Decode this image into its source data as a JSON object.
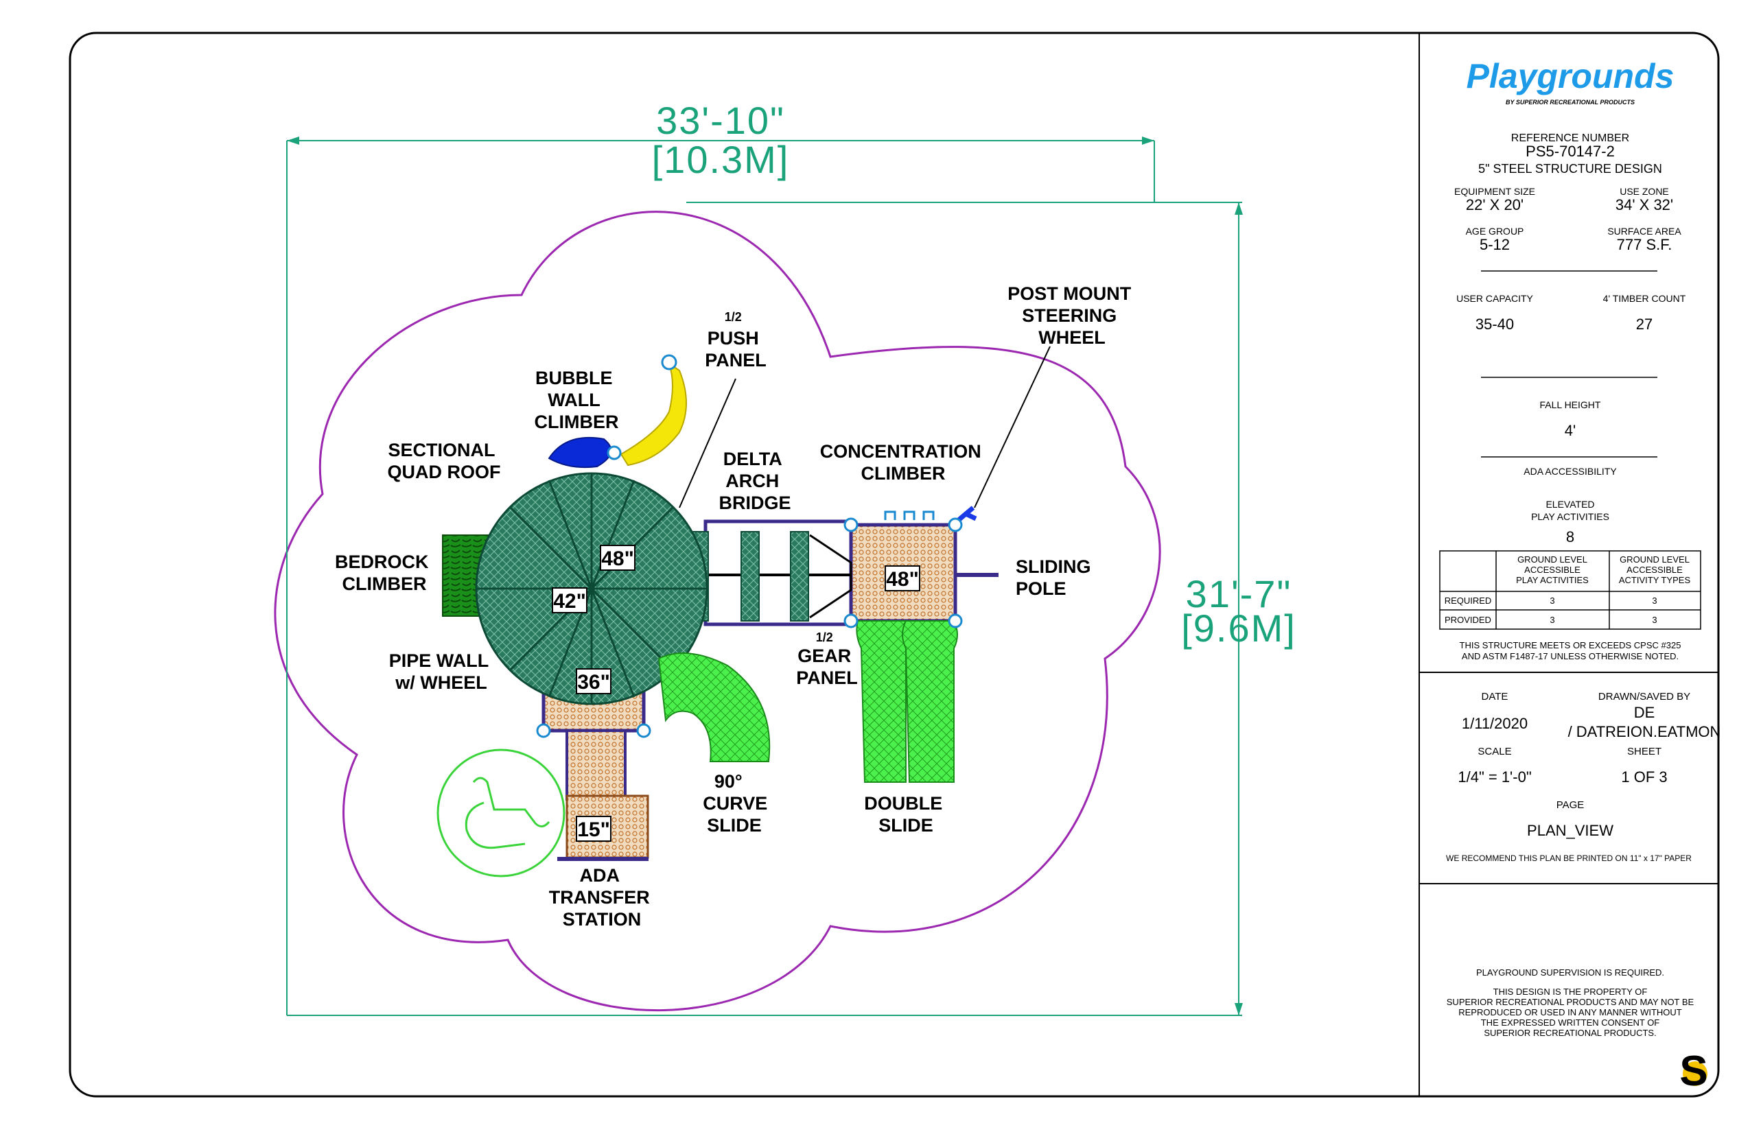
{
  "brand": {
    "name": "Playgrounds",
    "tagline": "BY SUPERIOR RECREATIONAL PRODUCTS",
    "color": "#1e9be8"
  },
  "dimensions": {
    "width_ft": "33'-10\"",
    "width_m": "[10.3M]",
    "height_ft": "31'-7\"",
    "height_m": "[9.6M]"
  },
  "components": {
    "push_panel": [
      "1/2",
      "PUSH",
      "PANEL"
    ],
    "bubble_wall": [
      "BUBBLE",
      "WALL",
      "CLIMBER"
    ],
    "post_mount": [
      "POST MOUNT",
      "STEERING",
      "WHEEL"
    ],
    "sectional_roof": [
      "SECTIONAL",
      "QUAD ROOF"
    ],
    "delta_bridge": [
      "DELTA",
      "ARCH",
      "BRIDGE"
    ],
    "concentration": [
      "CONCENTRATION",
      "CLIMBER"
    ],
    "bedrock": [
      "BEDROCK",
      "CLIMBER"
    ],
    "sliding_pole": [
      "SLIDING",
      "POLE"
    ],
    "pipe_wall": [
      "PIPE WALL",
      "w/ WHEEL"
    ],
    "gear_panel": [
      "1/2",
      "GEAR",
      "PANEL"
    ],
    "curve_slide": [
      "90°",
      "CURVE",
      "SLIDE"
    ],
    "double_slide": [
      "DOUBLE",
      "SLIDE"
    ],
    "ada_station": [
      "ADA",
      "TRANSFER",
      "STATION"
    ]
  },
  "decks": {
    "deck_48_left": "48\"",
    "deck_42": "42\"",
    "deck_36": "36\"",
    "deck_48_right": "48\"",
    "deck_15": "15\""
  },
  "title_block": {
    "reference_label": "REFERENCE NUMBER",
    "reference_number": "PS5-70147-2",
    "design": "5\" STEEL STRUCTURE DESIGN",
    "equipment_size_label": "EQUIPMENT SIZE",
    "equipment_size": "22' X 20'",
    "use_zone_label": "USE ZONE",
    "use_zone": "34' X 32'",
    "age_group_label": "AGE GROUP",
    "age_group": "5-12",
    "surface_area_label": "SURFACE AREA",
    "surface_area": "777 S.F.",
    "user_capacity_label": "USER CAPACITY",
    "user_capacity": "35-40",
    "timber_count_label": "4' TIMBER COUNT",
    "timber_count": "27",
    "fall_height_label": "FALL HEIGHT",
    "fall_height": "4'",
    "ada_label": "ADA ACCESSIBILITY",
    "elevated_label_1": "ELEVATED",
    "elevated_label_2": "PLAY ACTIVITIES",
    "elevated_value": "8",
    "table": {
      "col1": [
        "GROUND LEVEL",
        "ACCESSIBLE",
        "PLAY ACTIVITIES"
      ],
      "col2": [
        "GROUND LEVEL",
        "ACCESSIBLE",
        "ACTIVITY TYPES"
      ],
      "rows": [
        {
          "label": "REQUIRED",
          "v1": "3",
          "v2": "3"
        },
        {
          "label": "PROVIDED",
          "v1": "3",
          "v2": "3"
        }
      ]
    },
    "compliance_1": "THIS STRUCTURE MEETS OR EXCEEDS CPSC #325",
    "compliance_2": "AND ASTM F1487-17 UNLESS OTHERWISE NOTED.",
    "date_label": "DATE",
    "date": "1/11/2020",
    "drawn_label": "DRAWN/SAVED BY",
    "drawn_1": "DE",
    "drawn_2": "/ DATREION.EATMON",
    "scale_label": "SCALE",
    "scale": "1/4\" = 1'-0\"",
    "sheet_label": "SHEET",
    "sheet": "1  OF  3",
    "page_label": "PAGE",
    "page": "PLAN_VIEW",
    "print_note": "WE RECOMMEND THIS PLAN BE PRINTED ON 11\" x 17\" PAPER",
    "supervision": "PLAYGROUND SUPERVISION IS REQUIRED.",
    "legal": [
      "THIS DESIGN IS THE PROPERTY OF",
      "SUPERIOR RECREATIONAL PRODUCTS AND MAY NOT BE",
      "REPRODUCED OR USED IN ANY MANNER WITHOUT",
      "THE EXPRESSED WRITTEN CONSENT OF",
      "SUPERIOR RECREATIONAL PRODUCTS."
    ],
    "corner_logo": "S"
  },
  "colors": {
    "frame": "#000000",
    "use_zone": "#9c27b0",
    "dimension": "#1aa37a",
    "roof": "#1f7a5c",
    "slide": "#44f044",
    "deck": "#e8cfa8",
    "post": "#3a2a8a",
    "dark_green": "#16a016"
  }
}
